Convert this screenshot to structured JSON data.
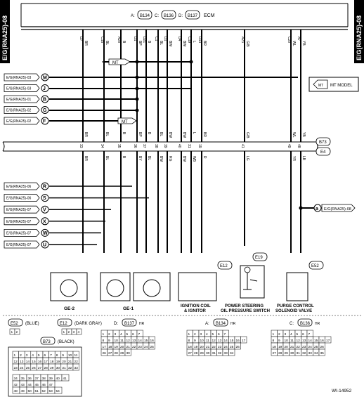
{
  "side_tab_left": "E/G(RNA25)-08",
  "side_tab_right": "E/G(RNA25)-08",
  "ecm": {
    "label": "ECM",
    "connectors": [
      {
        "letter": "A",
        "id": "B134"
      },
      {
        "letter": "C",
        "id": "B136"
      },
      {
        "letter": "D",
        "id": "B137"
      }
    ],
    "pins_top": [
      "D7",
      "C15",
      "A28",
      "D1",
      "D21",
      "C1",
      "D1",
      "D4",
      "C19",
      "D13",
      "A23",
      "C20",
      "A7"
    ]
  },
  "connector_b73": "B73",
  "connector_e4": "E4",
  "mt_tag": "MT",
  "mt_model_label": "MT MODEL",
  "left_refs_top": [
    {
      "text": "E/G(RNA25)-03",
      "letter": "M"
    },
    {
      "text": "E/G(RNA25)-03",
      "letter": "J"
    },
    {
      "text": "E/G(RNA25)-01",
      "letter": "B"
    },
    {
      "text": "E/G(RNA25)-02",
      "letter": "G"
    },
    {
      "text": "E/G(RNA25)-02",
      "letter": "F"
    }
  ],
  "left_refs_bottom": [
    {
      "text": "E/G(RNA25)-06",
      "letter": "R"
    },
    {
      "text": "E/G(RNA25)-06",
      "letter": "S"
    },
    {
      "text": "E/G(RNA25)-07",
      "letter": "V"
    },
    {
      "text": "E/G(RNA25)-07",
      "letter": "X"
    },
    {
      "text": "E/G(RNA25)-07",
      "letter": "W"
    },
    {
      "text": "E/G(RNA25)-07",
      "letter": "U"
    }
  ],
  "right_ref": {
    "letter": "a",
    "text": "E/G(RNA25)-08"
  },
  "wire_colors_upper": [
    "BR",
    "BL",
    "B",
    "BP",
    "B",
    "BL",
    "BW",
    "BW",
    "L",
    "BR",
    "G/B",
    "WL",
    "YB"
  ],
  "wire_colors_lower": [
    "BR",
    "BL",
    "B",
    "BY",
    "BL",
    "BW",
    "RG",
    "BW",
    "WB",
    "R",
    "LG",
    "YR",
    "LB"
  ],
  "b73_pins": [
    "33",
    "34",
    "35",
    "36",
    "37",
    "38",
    "39",
    "40",
    "31",
    "19",
    "41",
    "49",
    "48"
  ],
  "components": {
    "ge2": "GE-2",
    "ge1": "GE-1",
    "ignition": "IGNITION COIL\n& IGNITOR",
    "ignition_line1": "IGNITION COIL",
    "ignition_line2": "& IGNITOR",
    "ignition_conn": "E12",
    "psw_line1": "POWER STEERING",
    "psw_line2": "OIL PRESSURE SWITCH",
    "psw_conn": "E19",
    "purge_line1": "PURGE CONTROL",
    "purge_line2": "SOLENOID VALVE",
    "purge_conn": "E52"
  },
  "legend": {
    "e52": "E52",
    "e52_color": "(BLUE)",
    "e12": "E12",
    "e12_color": "(DARK GRAY)",
    "b73": "B73",
    "b73_color": "(BLACK)",
    "hr": "HR",
    "d_label": "D:",
    "d_id": "B137",
    "a_label": "A:",
    "a_id": "B134",
    "c_label": "C:",
    "c_id": "B136",
    "b137_rows": [
      [
        "1",
        "2",
        "3",
        "4",
        "5",
        "6",
        "7"
      ],
      [
        "8",
        "9",
        "10",
        "11",
        "12",
        "13",
        "14",
        "15",
        "16"
      ],
      [
        "17",
        "18",
        "19",
        "20",
        "21",
        "22",
        "23",
        "24",
        "25"
      ],
      [
        "26",
        "27",
        "28",
        "29",
        "30"
      ]
    ],
    "b134_rows": [
      [
        "1",
        "2",
        "3",
        "4",
        "5",
        "6",
        "7"
      ],
      [
        "8",
        "9",
        "10",
        "11",
        "12",
        "13",
        "14",
        "15",
        "16",
        "17"
      ],
      [
        "18",
        "19",
        "20",
        "21",
        "22",
        "23",
        "24",
        "25",
        "26"
      ],
      [
        "27",
        "28",
        "29",
        "30",
        "31",
        "32",
        "33",
        "34"
      ]
    ],
    "b136_rows": [
      [
        "1",
        "2",
        "3",
        "4",
        "5",
        "6",
        "7"
      ],
      [
        "8",
        "9",
        "10",
        "11",
        "12",
        "13",
        "14",
        "15",
        "16",
        "17"
      ],
      [
        "18",
        "19",
        "20",
        "21",
        "22",
        "23",
        "24",
        "25",
        "26"
      ],
      [
        "27",
        "28",
        "29",
        "30",
        "31",
        "32",
        "33",
        "34",
        "35"
      ]
    ],
    "e52_pins": [
      "1",
      "2"
    ],
    "e12_pins": [
      "1",
      "2",
      "3",
      "4"
    ],
    "b73_grid": [
      [
        "1",
        "2",
        "3",
        "4",
        "5",
        "6",
        "7",
        "8",
        "9",
        "10",
        "11"
      ],
      [
        "12",
        "13",
        "14",
        "15",
        "16",
        "17",
        "18",
        "19",
        "20",
        "21",
        "22"
      ],
      [
        "23",
        "24",
        "25",
        "26",
        "27",
        "28",
        "29",
        "30",
        "31",
        "32",
        "33"
      ]
    ],
    "b73_lower": [
      [
        "34",
        "35",
        "36",
        "37",
        "38",
        "39",
        "40",
        "41"
      ],
      [
        "42",
        "43",
        "44",
        "45",
        "46",
        "47"
      ],
      [
        "48",
        "49",
        "50",
        "51",
        "52",
        "53",
        "54"
      ]
    ]
  },
  "figure_id": "WI-14952"
}
